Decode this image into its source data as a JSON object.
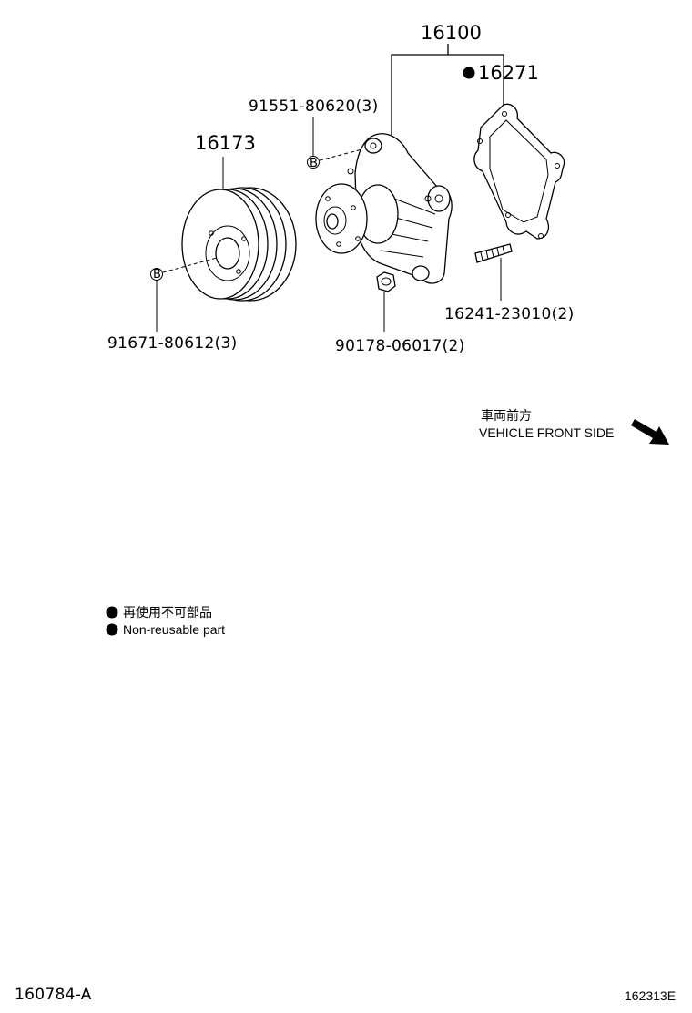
{
  "parts": {
    "water_pump": "16100",
    "gasket": "16271",
    "pump_bolt": "91551-80620(3)",
    "pulley": "16173",
    "pulley_bolt": "91671-80612(3)",
    "stud": "16241-23010(2)",
    "nut": "90178-06017(2)"
  },
  "markers": {
    "bolt_tag": "B",
    "non_reusable": "●"
  },
  "direction": {
    "jp": "車両前方",
    "en": "VEHICLE FRONT SIDE"
  },
  "legend": {
    "jp": "再使用不可部品",
    "en": "Non-reusable part"
  },
  "footer": {
    "left_code": "160784-A",
    "right_code": "162313E"
  }
}
